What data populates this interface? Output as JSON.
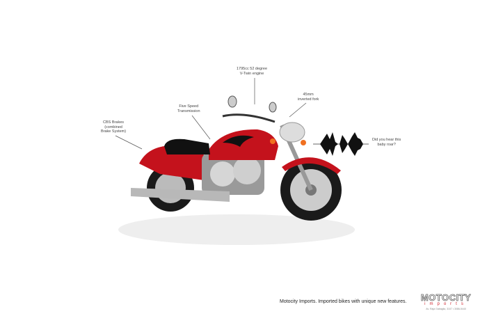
{
  "callouts": {
    "engine": "1795cc 52 degree\nV-Twin engine",
    "fork": "45mm\ninverted fork",
    "transmission": "Five Speed\nTransmission",
    "brakes": "CBS Brakes\n(combined\nBrake System)",
    "roar": "Did you hear this\nbaby roar?"
  },
  "tagline": "Motocity Imports. Imported bikes with unique new features.",
  "logo": {
    "name": "MOTOCITY",
    "sub": "imports",
    "address": "Av. Raja Gabaglia, 3107 • 3086-5440"
  },
  "colors": {
    "bike_red": "#c4121c",
    "logo_red": "#d0202a"
  }
}
